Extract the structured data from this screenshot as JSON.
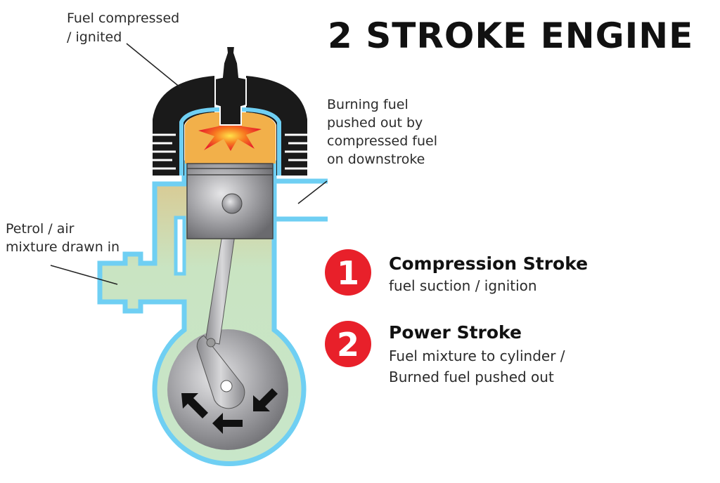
{
  "title": "2 STROKE ENGINE",
  "labels": {
    "fuel_compressed": [
      "Fuel compressed",
      "/ ignited"
    ],
    "burning_fuel": [
      "Burning fuel",
      "pushed out by",
      "compressed fuel",
      "on downstroke"
    ],
    "petrol_air": [
      "Petrol / air",
      "mixture drawn in"
    ]
  },
  "strokes": [
    {
      "number": "1",
      "name": "Compression Stroke",
      "description": [
        "fuel suction / ignition"
      ]
    },
    {
      "number": "2",
      "name": "Power Stroke",
      "description": [
        "Fuel mixture to cylinder /",
        "Burned fuel pushed out"
      ]
    }
  ],
  "colors": {
    "accent": "#e8202a",
    "coolant_outline": "#6fcff3",
    "mixture": "#c8e6c9",
    "combustion": "#f2b04a",
    "head": "#1a1a1a"
  }
}
